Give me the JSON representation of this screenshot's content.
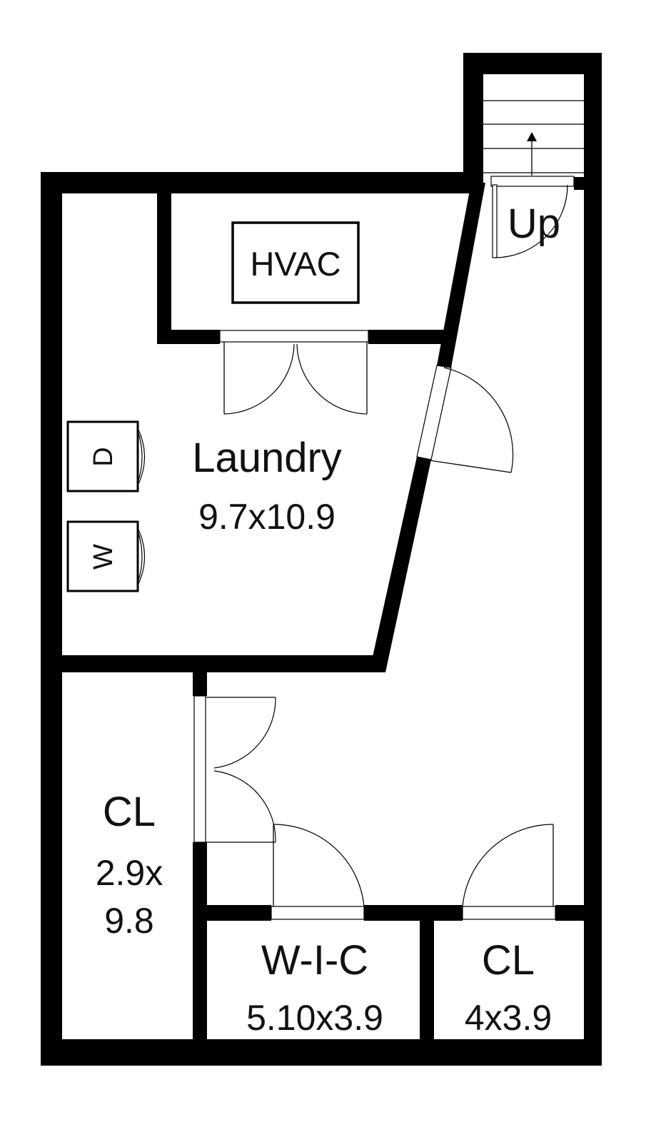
{
  "rooms": {
    "laundry": {
      "name": "Laundry",
      "dims": "9.7x10.9"
    },
    "closet_left": {
      "name": "CL",
      "dims_line1": "2.9x",
      "dims_line2": "9.8"
    },
    "walk_in_closet": {
      "name": "W-I-C",
      "dims": "5.10x3.9"
    },
    "closet_right": {
      "name": "CL",
      "dims": "4x3.9"
    }
  },
  "fixtures": {
    "hvac": "HVAC",
    "dryer": "D",
    "washer": "W",
    "stairs": "Up"
  },
  "colors": {
    "walls": "#000000",
    "background": "#ffffff"
  }
}
